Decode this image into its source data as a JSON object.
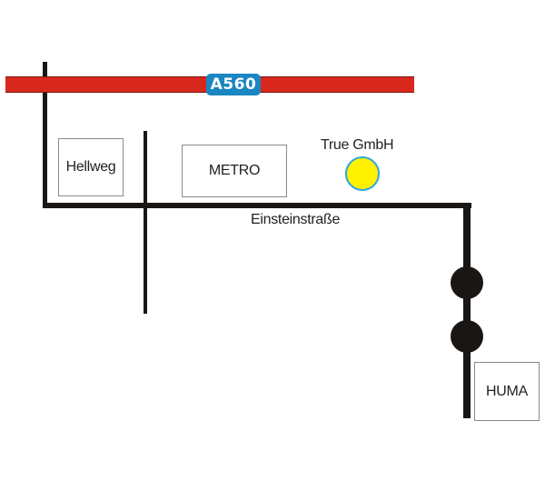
{
  "map": {
    "highway": {
      "label": "A560",
      "color": "#d8281e",
      "shield_color": "#1a86c2"
    },
    "street_label": "Einsteinstraße",
    "destination": {
      "label": "True GmbH",
      "marker_fill": "#fff200",
      "marker_stroke": "#2ea6e0",
      "icon": "location-circle-icon"
    },
    "landmarks": [
      {
        "label": "Hellweg"
      },
      {
        "label": "METRO"
      },
      {
        "label": "HUMA"
      }
    ],
    "junction_markers": 2
  }
}
